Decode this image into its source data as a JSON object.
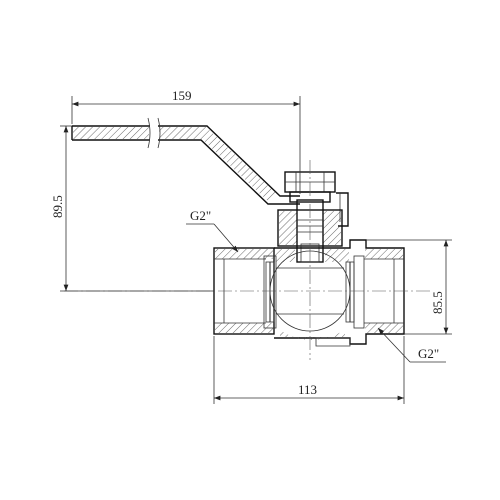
{
  "dimensions": {
    "handle_length": "159",
    "handle_height": "89.5",
    "body_height": "85.5",
    "body_length": "113"
  },
  "thread_labels": {
    "top": "G2\"",
    "bottom": "G2\""
  },
  "colors": {
    "line": "#222222",
    "hatch": "#444444",
    "background": "#ffffff"
  }
}
